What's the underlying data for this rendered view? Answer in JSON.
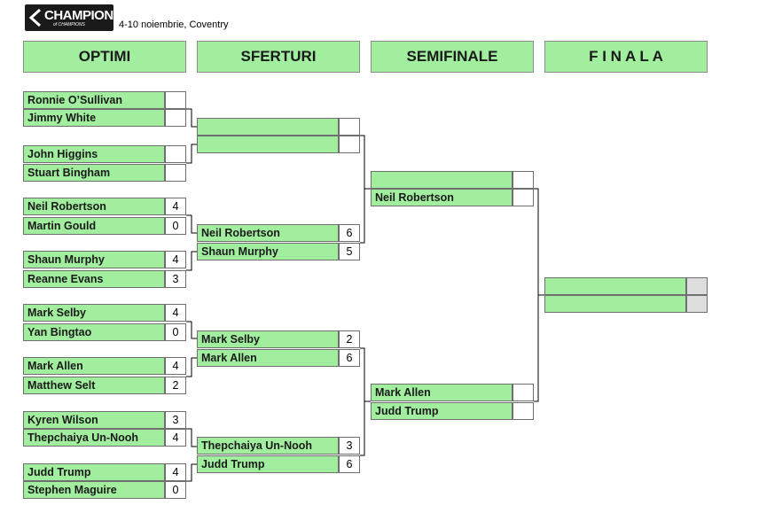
{
  "header": {
    "logo_text": "CHAMPION",
    "logo_subtext": "of CHAMPIONS",
    "subtitle": "4-10 noiembrie, Coventry"
  },
  "columns": [
    "OPTIMI",
    "SFERTURI",
    "SEMIFINALE",
    "F I N A L A"
  ],
  "optimi": [
    {
      "p1": "Ronnie O’Sullivan",
      "s1": "",
      "p2": "Jimmy White",
      "s2": ""
    },
    {
      "p1": "John Higgins",
      "s1": "",
      "p2": "Stuart Bingham",
      "s2": ""
    },
    {
      "p1": "Neil Robertson",
      "s1": "4",
      "p2": "Martin Gould",
      "s2": "0"
    },
    {
      "p1": "Shaun Murphy",
      "s1": "4",
      "p2": "Reanne Evans",
      "s2": "3"
    },
    {
      "p1": "Mark Selby",
      "s1": "4",
      "p2": "Yan Bingtao",
      "s2": "0"
    },
    {
      "p1": "Mark Allen",
      "s1": "4",
      "p2": "Matthew Selt",
      "s2": "2"
    },
    {
      "p1": "Kyren Wilson",
      "s1": "3",
      "p2": "Thepchaiya Un-Nooh",
      "s2": "4"
    },
    {
      "p1": "Judd Trump",
      "s1": "4",
      "p2": "Stephen Maguire",
      "s2": "0"
    }
  ],
  "sferturi": [
    {
      "p1": "",
      "s1": "",
      "p2": "",
      "s2": ""
    },
    {
      "p1": "Neil Robertson",
      "s1": "6",
      "p2": "Shaun Murphy",
      "s2": "5"
    },
    {
      "p1": "Mark Selby",
      "s1": "2",
      "p2": "Mark Allen",
      "s2": "6"
    },
    {
      "p1": "Thepchaiya Un-Nooh",
      "s1": "3",
      "p2": "Judd Trump",
      "s2": "6"
    }
  ],
  "semifinale": [
    {
      "p1": "",
      "s1": "",
      "p2": "Neil Robertson",
      "s2": ""
    },
    {
      "p1": "Mark Allen",
      "s1": "",
      "p2": "Judd Trump",
      "s2": ""
    }
  ],
  "finala": [
    {
      "p1": "",
      "s1": "",
      "p2": "",
      "s2": ""
    }
  ]
}
